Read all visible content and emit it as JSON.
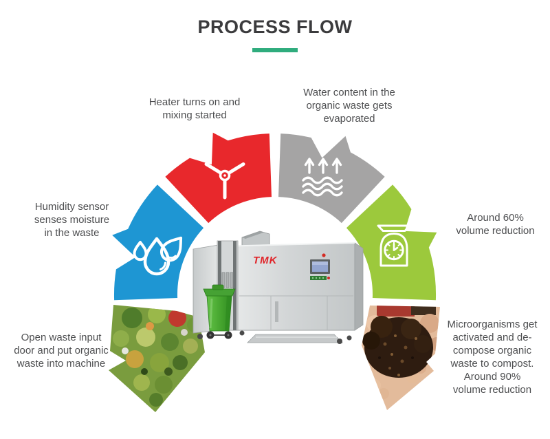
{
  "title": {
    "text": "PROCESS FLOW"
  },
  "colors": {
    "underline": "#2fac7d",
    "blue": "#1e96d3",
    "red": "#e8282c",
    "gray": "#a5a4a4",
    "green": "#9cc93c",
    "label_text": "#4d4e50",
    "title_text": "#3b3b3d",
    "brand_red": "#e02429"
  },
  "machine": {
    "brand": "TMK"
  },
  "steps": [
    {
      "id": "waste-input",
      "label": "Open waste input\ndoor and put organic\nwaste into machine",
      "visual": "organic-waste-photo"
    },
    {
      "id": "humidity-sensing",
      "label": "Humidity sensor\nsenses moisture\nin the waste",
      "icon": "water-drops-icon"
    },
    {
      "id": "heating-mixing",
      "label": "Heater turns on and\nmixing started",
      "icon": "mixing-fan-icon"
    },
    {
      "id": "evaporation",
      "label": "Water content in the\norganic waste gets\nevaporated",
      "icon": "evaporation-icon"
    },
    {
      "id": "volume-reduction",
      "label": "Around 60%\nvolume reduction",
      "icon": "weighing-scale-icon"
    },
    {
      "id": "composting",
      "label": "Microorganisms get\nactivated and de-\ncompose organic\nwaste to compost.\nAround 90%\nvolume reduction",
      "visual": "compost-hands-photo"
    }
  ]
}
